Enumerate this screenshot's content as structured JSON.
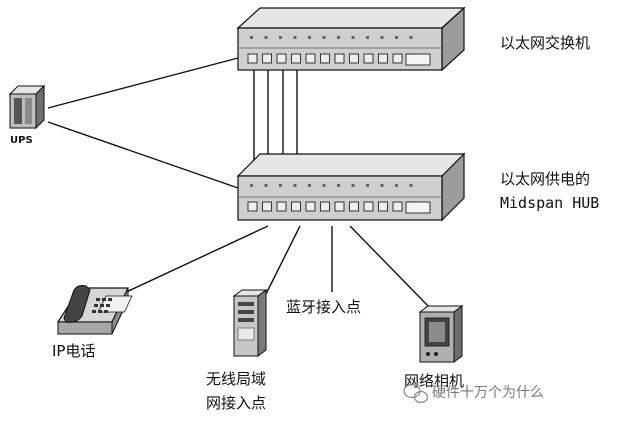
{
  "labels": {
    "switch_label": "以太网交换机",
    "hub_label_line1": "以太网供电的",
    "hub_label_line2": "Midspan HUB",
    "ups_label": "UPS",
    "ip_phone_label": "IP电话",
    "wlan_label_line1": "无线局域",
    "wlan_label_line2": "网接入点",
    "bluetooth_label": "蓝牙接入点",
    "camera_label": "网络相机"
  },
  "watermark": {
    "text": "硬件十万个为什么"
  },
  "icons": {
    "ups": "ups-icon",
    "switch": "switch-icon",
    "hub": "hub-icon",
    "phone": "phone-icon",
    "wlan": "wireless-access-point-icon",
    "camera": "network-camera-icon",
    "watermark": "wechat-icon"
  },
  "colors": {
    "device_top": "#e6e6e6",
    "device_front": "#cfcfcf",
    "device_side": "#9c9c9c",
    "line": "#111111"
  }
}
